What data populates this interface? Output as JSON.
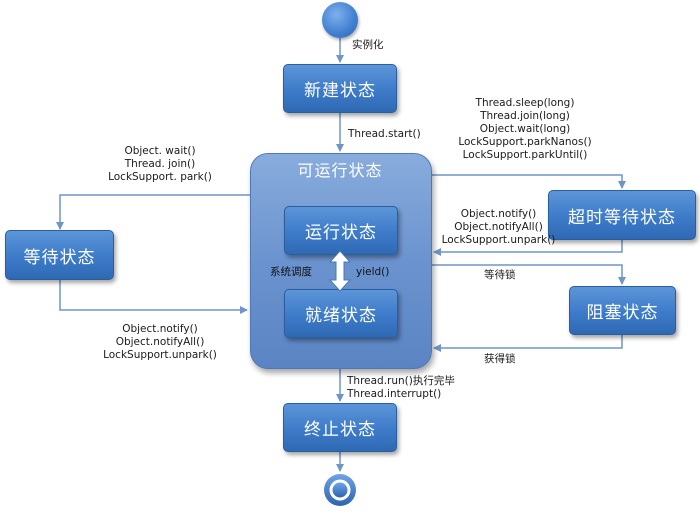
{
  "states": {
    "new": "新建状态",
    "runnable": "可运行状态",
    "running": "运行状态",
    "ready": "就绪状态",
    "waiting": "等待状态",
    "timed_waiting": "超时等待状态",
    "blocked": "阻塞状态",
    "terminated": "终止状态"
  },
  "transitions": {
    "instantiate": "实例化",
    "start": "Thread.start()",
    "to_waiting": [
      "Object. wait()",
      "Thread. join()",
      "LockSupport. park()"
    ],
    "from_waiting": [
      "Object.notify()",
      "Object.notifyAll()",
      "LockSupport.unpark()"
    ],
    "to_timed_waiting": [
      "Thread.sleep(long)",
      "Thread.join(long)",
      "Object.wait(long)",
      "LockSupport.parkNanos()",
      "LockSupport.parkUntil()"
    ],
    "from_timed_waiting": [
      "Object.notify()",
      "Object.notifyAll()",
      "LockSupport.unpark()"
    ],
    "wait_lock": "等待锁",
    "acquire_lock": "获得锁",
    "schedule": "系统调度",
    "yield": "yield()",
    "terminate": [
      "Thread.run()执行完毕",
      "Thread.interrupt()"
    ]
  },
  "colors": {
    "box": "#3d7bc9",
    "outer": "#6b93cf",
    "arrow": "#6f95c8"
  }
}
